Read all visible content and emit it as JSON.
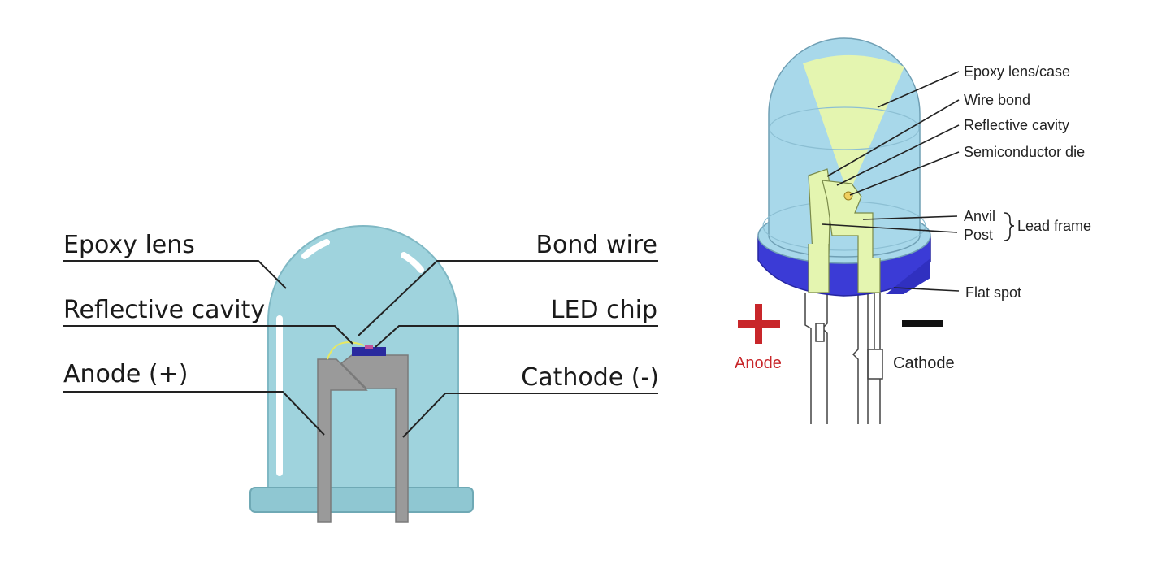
{
  "left_diagram": {
    "labels": {
      "epoxy_lens": "Epoxy lens",
      "reflective_cavity": "Reflective cavity",
      "anode": "Anode (+)",
      "bond_wire": "Bond wire",
      "led_chip": "LED chip",
      "cathode": "Cathode (-)"
    }
  },
  "right_diagram": {
    "labels": {
      "epoxy_lens_case": "Epoxy lens/case",
      "wire_bond": "Wire bond",
      "reflective_cavity": "Reflective cavity",
      "semiconductor_die": "Semiconductor die",
      "anvil": "Anvil",
      "post": "Post",
      "lead_frame": "Lead frame",
      "flat_spot": "Flat spot",
      "anode": "Anode",
      "cathode": "Cathode"
    }
  },
  "colors": {
    "left_lens": "#9fd3dd",
    "left_metal": "#9a9a9a",
    "left_chip": "#2a2a9e",
    "right_lens": "#a8d8ea",
    "right_beam": "#e4f5b0",
    "right_rim": "#3b3bd6",
    "polarity_red": "#c8262a"
  }
}
